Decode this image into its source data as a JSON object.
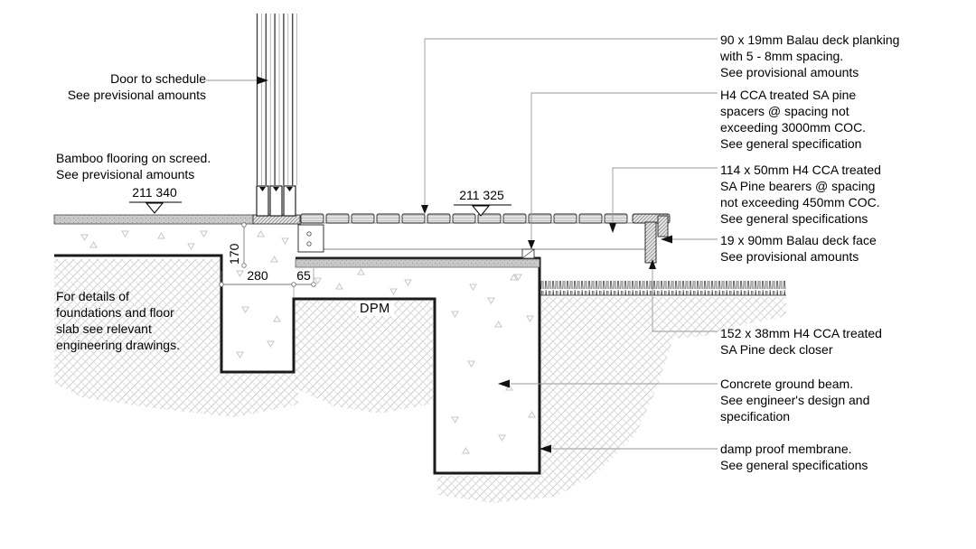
{
  "drawing": {
    "type": "construction-section-detail",
    "colors": {
      "line": "#1a1a1a",
      "leader": "#9a9a9a",
      "hatch": "#c9c9c9",
      "screed_fill": "#c9c9c9"
    }
  },
  "notes_left": {
    "door": {
      "line1": "Door to schedule",
      "line2": "See previsional amounts"
    },
    "bamboo": {
      "line1": "Bamboo flooring on screed.",
      "line2": "See previsional amounts"
    },
    "foundation": {
      "line1": "For details of",
      "line2": "foundations and floor",
      "line3": "slab see relevant",
      "line4": "engineering drawings."
    }
  },
  "notes_right": {
    "planking": {
      "line1": "90 x 19mm Balau deck planking",
      "line2": "with 5 - 8mm spacing.",
      "line3": "See provisional amounts"
    },
    "spacers": {
      "line1": "H4 CCA treated SA pine",
      "line2": "spacers @ spacing not",
      "line3": "exceeding 3000mm COC.",
      "line4": "See general specification"
    },
    "bearers": {
      "line1": "114 x 50mm H4 CCA treated",
      "line2": "SA Pine bearers @ spacing",
      "line3": "not exceeding 450mm COC.",
      "line4": "See general specifications"
    },
    "deck_face": {
      "line1": "19 x 90mm Balau deck face",
      "line2": "See provisional amounts"
    },
    "deck_closer": {
      "line1": "152 x 38mm H4 CCA treated",
      "line2": "SA Pine deck closer"
    },
    "ground_beam": {
      "line1": "Concrete ground beam.",
      "line2": "See engineer's design and",
      "line3": "specification"
    },
    "dpm_note": {
      "line1": "damp proof membrane.",
      "line2": "See general specifications"
    }
  },
  "levels": {
    "floor": "211 340",
    "deck": "211 325"
  },
  "dimensions": {
    "step_height": "170",
    "beam_width": "280",
    "ledge": "65"
  },
  "labels": {
    "dpm": "DPM"
  }
}
